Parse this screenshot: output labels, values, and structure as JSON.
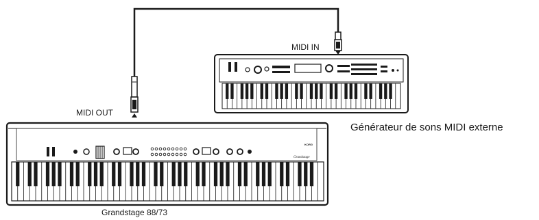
{
  "labels": {
    "midi_out": "MIDI OUT",
    "midi_in": "MIDI IN",
    "external_generator": "Générateur de sons MIDI externe",
    "stage_piano_model": "Grandstage 88/73"
  },
  "panel_text": {
    "brand": "KORG",
    "model_logo": "Grandstage"
  },
  "colors": {
    "line": "#1a1a1a",
    "body": "#ffffff",
    "black_key": "#1a1a1a"
  }
}
